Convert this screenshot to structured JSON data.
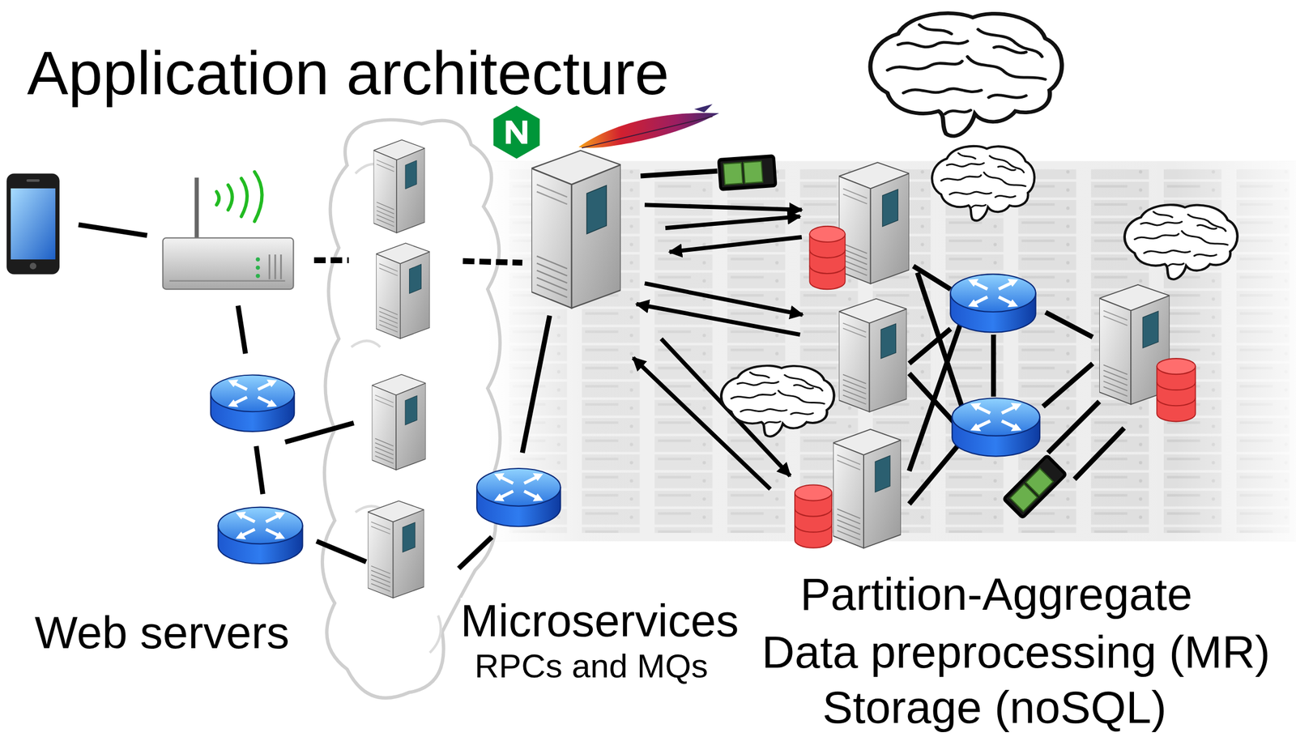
{
  "diagram": {
    "title": "Application architecture",
    "labels": [
      "Web servers",
      "Microservices",
      "RPCs and MQs",
      "Partition-Aggregate",
      "Data preprocessing (MR)",
      "Storage (noSQL)"
    ]
  }
}
